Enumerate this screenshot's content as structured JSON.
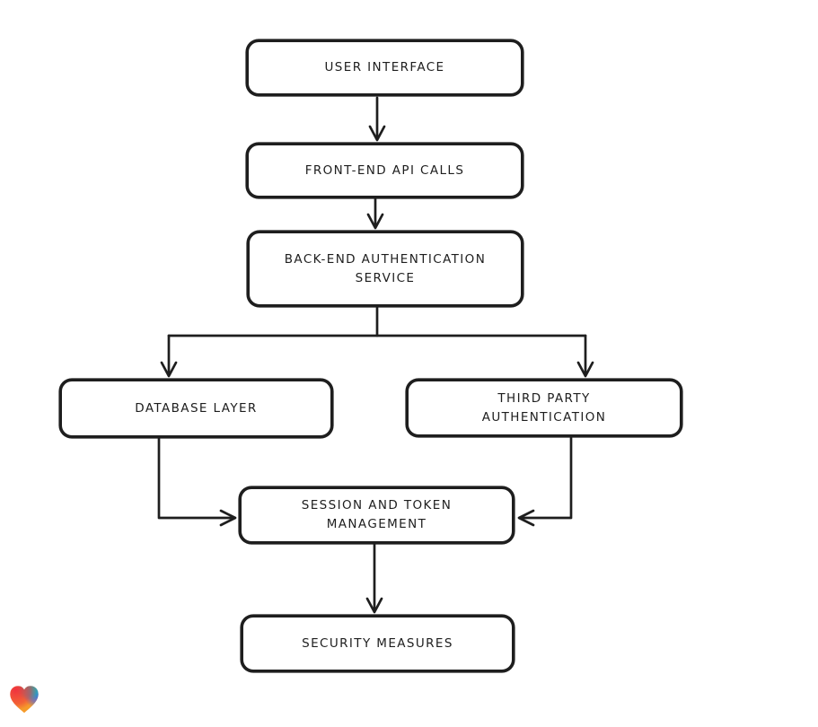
{
  "diagram": {
    "type": "flowchart",
    "colors": {
      "stroke": "#1e1e1e",
      "node_fill": "#ffffff",
      "background": "#ffffff"
    },
    "nodes": [
      {
        "id": "user-interface",
        "label": "USER INTERFACE"
      },
      {
        "id": "front-end-api-calls",
        "label": "FRONT-END API CALLS"
      },
      {
        "id": "back-end-authentication-service",
        "label": "BACK-END AUTHENTICATION SERVICE"
      },
      {
        "id": "database-layer",
        "label": "DATABASE LAYER"
      },
      {
        "id": "third-party-authentication",
        "label": "THIRD PARTY AUTHENTICATION"
      },
      {
        "id": "session-and-token-management",
        "label": "SESSION AND TOKEN MANAGEMENT"
      },
      {
        "id": "security-measures",
        "label": "SECURITY MEASURES"
      }
    ],
    "edges": [
      {
        "from": "user-interface",
        "to": "front-end-api-calls"
      },
      {
        "from": "front-end-api-calls",
        "to": "back-end-authentication-service"
      },
      {
        "from": "back-end-authentication-service",
        "to": "database-layer"
      },
      {
        "from": "back-end-authentication-service",
        "to": "third-party-authentication"
      },
      {
        "from": "database-layer",
        "to": "session-and-token-management"
      },
      {
        "from": "third-party-authentication",
        "to": "session-and-token-management"
      },
      {
        "from": "session-and-token-management",
        "to": "security-measures"
      }
    ]
  },
  "watermark": {
    "name": "lovable-heart",
    "colors": {
      "red": "#f0333f",
      "orange": "#f59b2b",
      "teal": "#17b8b0",
      "blue": "#4a63e7"
    }
  }
}
